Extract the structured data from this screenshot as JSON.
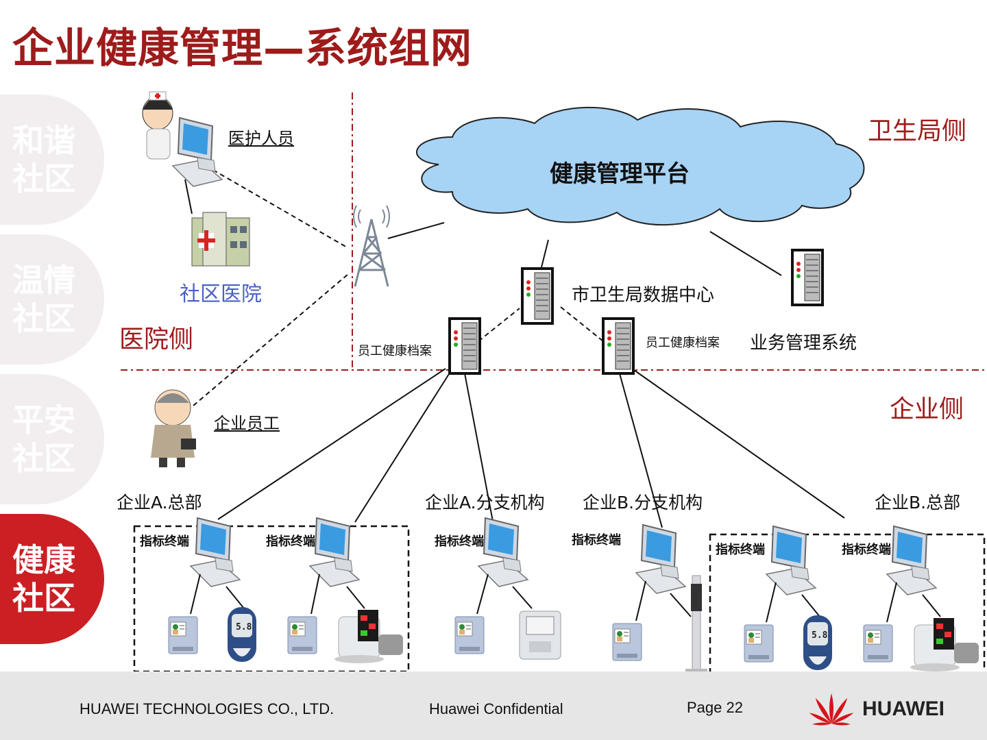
{
  "title": "企业健康管理—系统组网",
  "tabs": [
    {
      "line1": "和谐",
      "line2": "社区",
      "active": false
    },
    {
      "line1": "温情",
      "line2": "社区",
      "active": false
    },
    {
      "line1": "平安",
      "line2": "社区",
      "active": false
    },
    {
      "line1": "健康",
      "line2": "社区",
      "active": true
    }
  ],
  "sides": {
    "health_bureau": "卫生局侧",
    "hospital": "医院侧",
    "enterprise": "企业侧"
  },
  "nodes": {
    "medical_staff": "医护人员",
    "community_hospital": "社区医院",
    "employee": "企业员工",
    "platform": "健康管理平台",
    "data_center": "市卫生局数据中心",
    "business_system": "业务管理系统",
    "health_record_left": "员工健康档案",
    "health_record_right": "员工健康档案"
  },
  "sites": {
    "a_hq": "企业A.总部",
    "a_branch": "企业A.分支机构",
    "b_branch": "企业B.分支机构",
    "b_hq": "企业B.总部"
  },
  "terminal_label": "指标终端",
  "colors": {
    "title": "#9e1b1b",
    "active_tab": "#cc1f24",
    "inactive_tab": "#f2eef0",
    "cloud": "#a7d3f5",
    "divider": "#9e1b1b"
  },
  "footer": {
    "company": "HUAWEI TECHNOLOGIES CO., LTD.",
    "confidential": "Huawei Confidential",
    "page": "Page 22",
    "brand": "HUAWEI"
  }
}
